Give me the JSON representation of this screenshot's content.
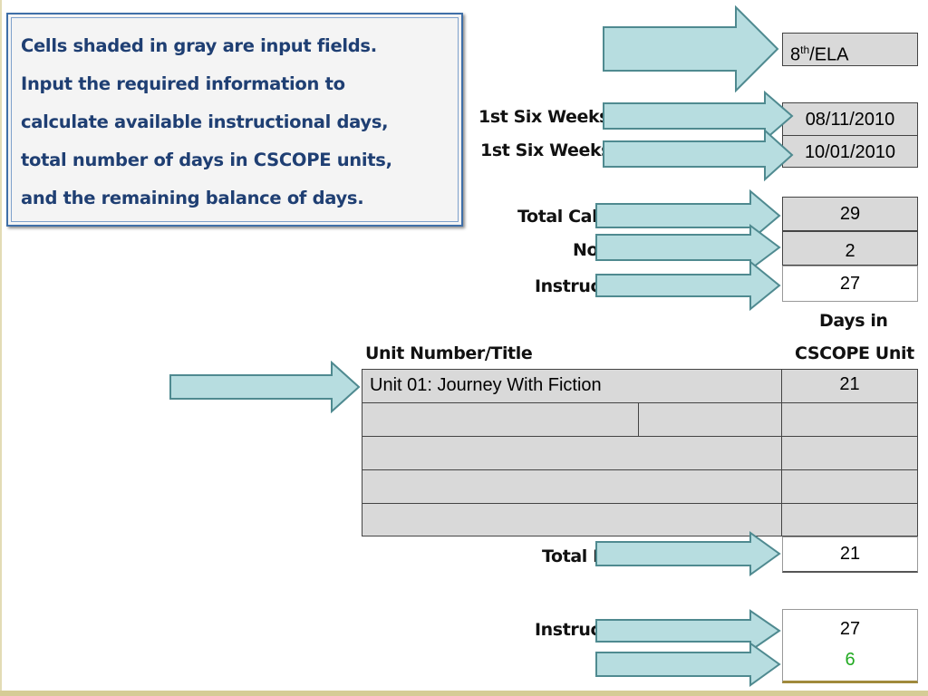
{
  "note": {
    "lines": [
      "Cells shaded in gray are input fields.",
      "Input the required information to",
      "calculate available instructional days,",
      "total number of days in CSCOPE units,",
      "and the remaining balance of days."
    ]
  },
  "form": {
    "grade_subject": "8th/ELA",
    "grade_num": "8",
    "grade_sup": "th",
    "grade_rest": "/ELA",
    "start_label": "1st  Six Weeks",
    "start_value": "08/11/2010",
    "end_label": "1st Six Weeks",
    "end_value": "10/01/2010",
    "total_cal_label": "Total Cal",
    "total_cal_value": "29",
    "no_label": "No",
    "no_value": "2",
    "instruc_label": "Instruc",
    "instruc_value": "27"
  },
  "table": {
    "col1_header": "Unit Number/Title",
    "col2_header_line1": "Days in",
    "col2_header_line2": "CSCOPE Unit",
    "rows": [
      {
        "title": "Unit 01:  Journey With Fiction",
        "days": "21"
      },
      {
        "title": "",
        "days": ""
      },
      {
        "title": "",
        "days": ""
      },
      {
        "title": "",
        "days": ""
      },
      {
        "title": "",
        "days": ""
      }
    ]
  },
  "totals": {
    "total_label": "Total I",
    "total_value": "21",
    "instruc_label": "Instruc",
    "instruc_value": "27",
    "balance_value": "6",
    "balance_color": "#22aa22"
  },
  "colors": {
    "note_text": "#1f3f73",
    "arrow_fill": "#b7dde0",
    "arrow_stroke": "#4f8a90",
    "input_gray": "#d9d9d9"
  }
}
